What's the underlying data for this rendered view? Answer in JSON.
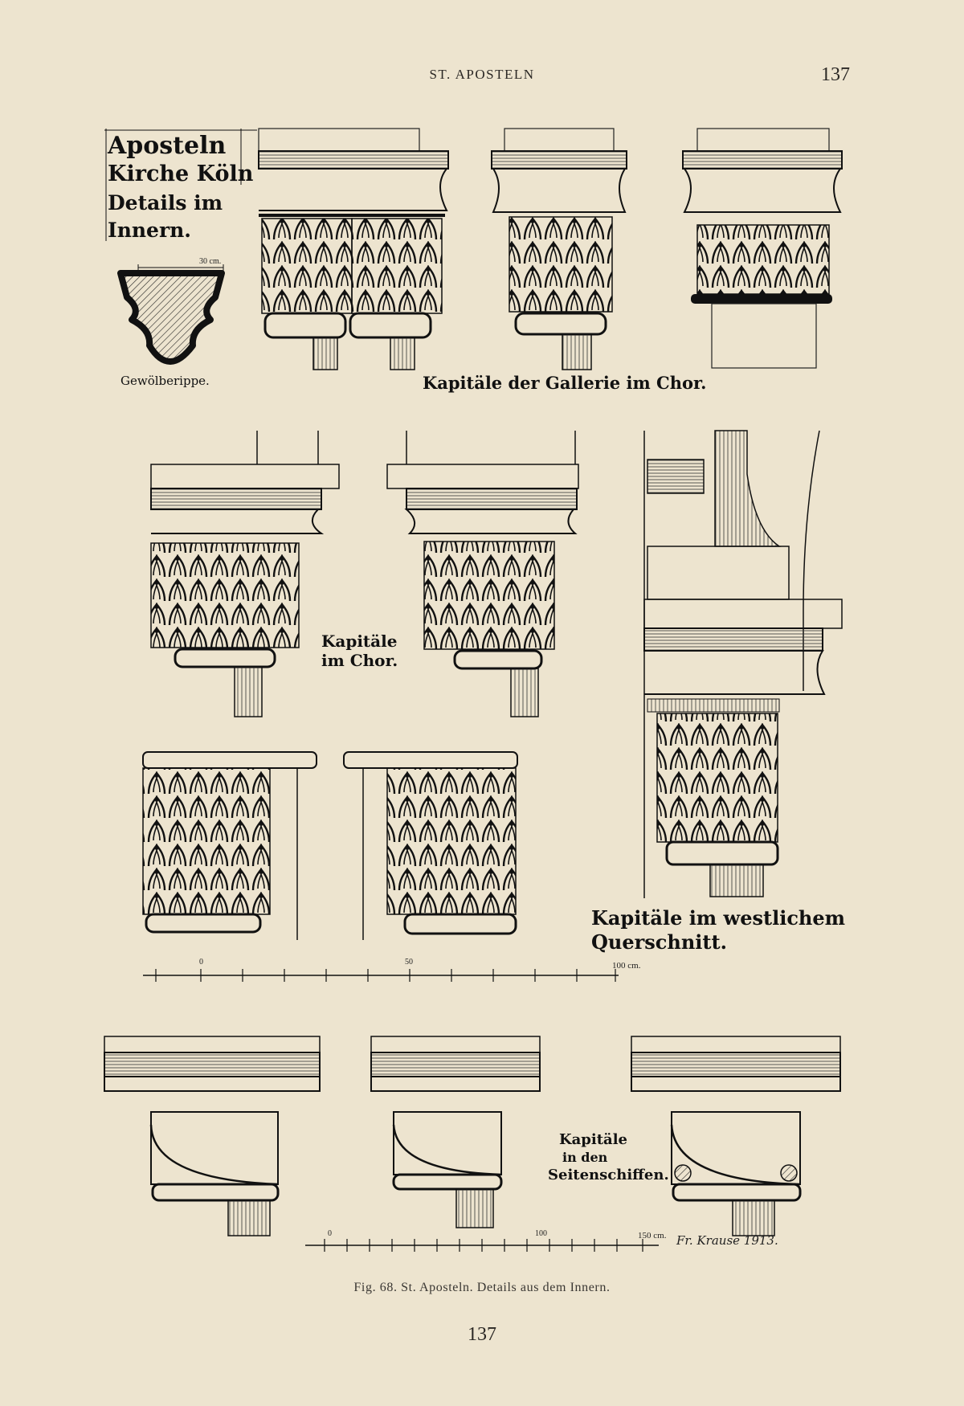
{
  "header": {
    "running_title": "ST. APOSTELN",
    "page_number": "137"
  },
  "plate": {
    "title_lines": [
      "Aposteln",
      "Kirche Köln",
      "Details im",
      "Innern."
    ],
    "rib_section_label": "Gewölberippe.",
    "rib_scale_label": "30 cm.",
    "gallery_label": "Kapitäle der Gallerie im Chor.",
    "choir_label_lines": [
      "Kapitäle",
      "im Chor."
    ],
    "west_label_lines": [
      "Kapitäle im westlichem",
      "Querschnitt."
    ],
    "aisle_label_lines": [
      "Kapitäle",
      "in den",
      "Seitenschiffen."
    ],
    "scale1": {
      "start": "0",
      "mid": "50",
      "end": "100 cm."
    },
    "scale2": {
      "start": "0",
      "mid": "100",
      "end": "150 cm."
    },
    "signature": "Fr. Krause 1913."
  },
  "caption": "Fig. 68.  St. Aposteln.  Details aus dem Innern.",
  "footer": {
    "page_number": "137"
  }
}
